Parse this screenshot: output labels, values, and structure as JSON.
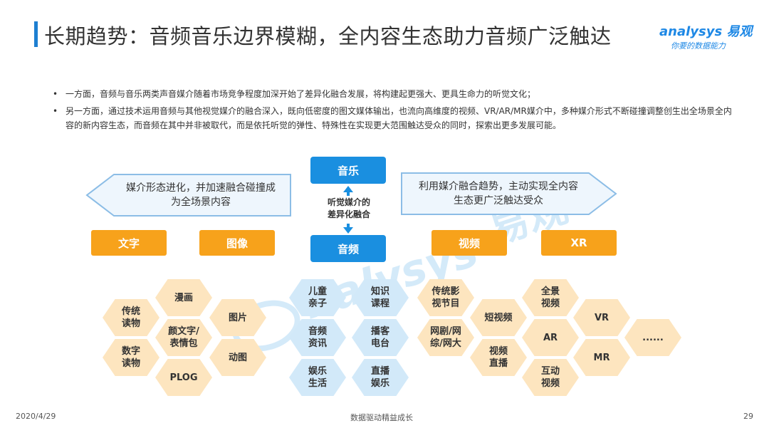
{
  "header": {
    "title": "长期趋势：音频音乐边界模糊，全内容生态助力音频广泛触达",
    "logo_main": "analysys 易观",
    "logo_sub": "你要的数据能力"
  },
  "bullets": [
    "一方面，音频与音乐两类声音媒介随着市场竞争程度加深开始了差异化融合发展，将构建起更强大、更具生命力的听觉文化；",
    "另一方面，通过技术运用音频与其他视觉媒介的融合深入，既向低密度的图文媒体输出，也流向高维度的视频、VR/AR/MR媒介中，多种媒介形式不断碰撞调整创生出全场景全内容的新内容生态，而音频在其中并非被取代，而是依托听觉的弹性、特殊性在实现更大范围触达受众的同时，探索出更多发展可能。"
  ],
  "diagram": {
    "music": "音乐",
    "audio": "音频",
    "center_line1": "听觉媒介的",
    "center_line2": "差异化融合",
    "left_arrow_line1": "媒介形态进化，并加速融合碰撞成",
    "left_arrow_line2": "为全场景内容",
    "right_arrow_line1": "利用媒介融合趋势，主动实现全内容",
    "right_arrow_line2": "生态更广泛触达受众",
    "categories": {
      "text": "文字",
      "image": "图像",
      "video": "视频",
      "xr": "XR"
    },
    "text_hexes": [
      {
        "l1": "传统",
        "l2": "读物"
      },
      {
        "l1": "数字",
        "l2": "读物"
      }
    ],
    "image_hexes": [
      {
        "l1": "漫画",
        "l2": ""
      },
      {
        "l1": "颜文字/",
        "l2": "表情包"
      },
      {
        "l1": "PLOG",
        "l2": ""
      },
      {
        "l1": "图片",
        "l2": ""
      },
      {
        "l1": "动图",
        "l2": ""
      }
    ],
    "audio_hexes": [
      {
        "l1": "儿童",
        "l2": "亲子"
      },
      {
        "l1": "知识",
        "l2": "课程"
      },
      {
        "l1": "音频",
        "l2": "资讯"
      },
      {
        "l1": "播客",
        "l2": "电台"
      },
      {
        "l1": "娱乐",
        "l2": "生活"
      },
      {
        "l1": "直播",
        "l2": "娱乐"
      }
    ],
    "video_hexes": [
      {
        "l1": "传统影",
        "l2": "视节目"
      },
      {
        "l1": "网剧/网",
        "l2": "综/网大"
      },
      {
        "l1": "短视频",
        "l2": ""
      },
      {
        "l1": "视频",
        "l2": "直播"
      }
    ],
    "xr_hexes": [
      {
        "l1": "全景",
        "l2": "视频"
      },
      {
        "l1": "AR",
        "l2": ""
      },
      {
        "l1": "互动",
        "l2": "视频"
      },
      {
        "l1": "VR",
        "l2": ""
      },
      {
        "l1": "MR",
        "l2": ""
      },
      {
        "l1": "......",
        "l2": ""
      }
    ]
  },
  "footer": {
    "date": "2020/4/29",
    "slogan": "数据驱动精益成长",
    "page": "29"
  },
  "colors": {
    "blue": "#1a8fe0",
    "orange": "#f7a21b",
    "hex_orange": "#fde5bf",
    "hex_blue": "#d2e9f9"
  }
}
